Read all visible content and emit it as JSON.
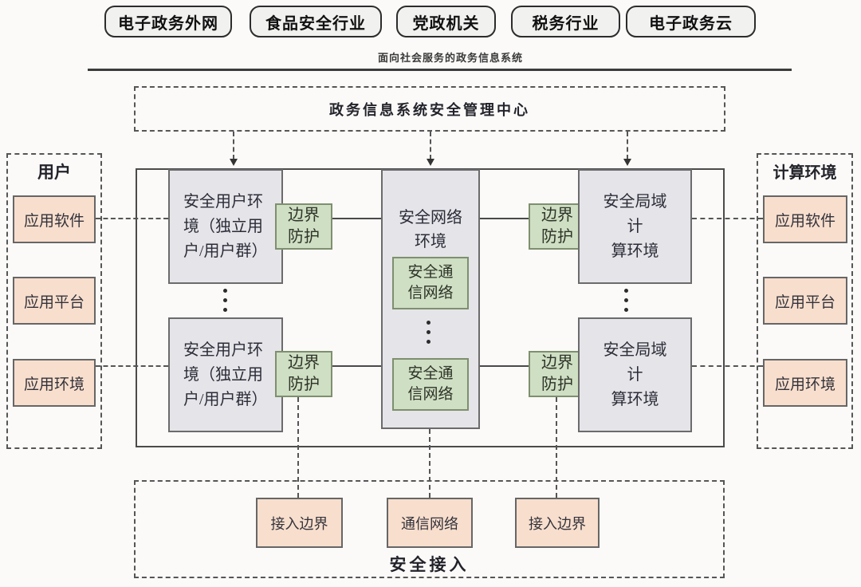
{
  "colors": {
    "background": "#fbfaf8",
    "gray_box_fill": "#e4e4e9",
    "green_box_fill": "#cfdfc3",
    "pink_box_fill": "#f8decd",
    "line": "#4a4a4a"
  },
  "top_row": {
    "items": [
      "电子政务外网",
      "食品安全行业",
      "党政机关",
      "税务行业",
      "电子政务云"
    ],
    "caption": "面向社会服务的政务信息系统"
  },
  "management_center": {
    "label": "政务信息系统安全管理中心"
  },
  "user_panel": {
    "title": "用户",
    "items": [
      "应用软件",
      "应用平台",
      "应用环境"
    ]
  },
  "computing_panel": {
    "title": "计算环境",
    "items": [
      "应用软件",
      "应用平台",
      "应用环境"
    ]
  },
  "core": {
    "secure_user_env": "安全用户环\n境（独立用\n户/用户群）",
    "boundary_protection": "边界\n防护",
    "secure_network_env": "安全网络\n环境",
    "secure_comm_network": "安全通\n信网络",
    "secure_local_computing": "安全局域计\n算环境"
  },
  "secure_access": {
    "title": "安全接入",
    "items": [
      "接入边界",
      "通信网络",
      "接入边界"
    ]
  }
}
